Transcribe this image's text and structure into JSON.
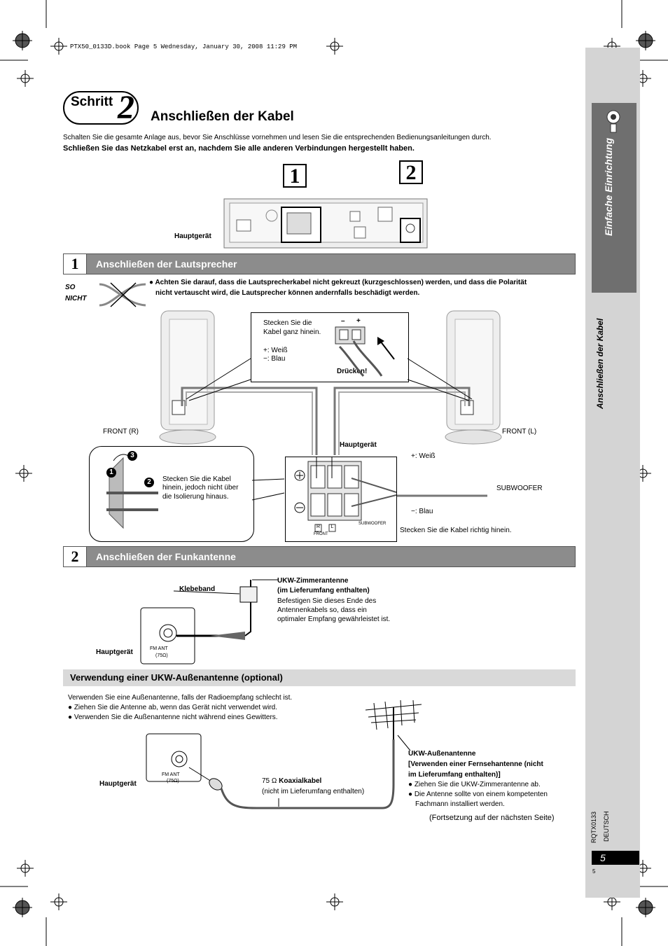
{
  "file_header": "PTX50_0133D.book  Page 5  Wednesday, January 30, 2008  11:29 PM",
  "step": {
    "word": "Schritt",
    "number": "2"
  },
  "title": "Anschließen der Kabel",
  "intro": "Schalten Sie die gesamte Anlage aus, bevor Sie Anschlüsse vornehmen und lesen Sie die entsprechenden Bedienungsanleitungen durch.",
  "intro_bold": "Schließen Sie das Netzkabel erst an, nachdem Sie alle anderen Verbindungen hergestellt haben.",
  "overview": {
    "callout1": "1",
    "callout2": "2",
    "main_unit": "Hauptgerät"
  },
  "section1": {
    "num": "1",
    "title": "Anschließen der Lautsprecher",
    "so_nicht_1": "SO",
    "so_nicht_2": "NICHT",
    "warning_1": "Achten Sie darauf, dass die Lautsprecherkabel nicht gekreuzt (kurzgeschlossen) werden, und dass die Polarität",
    "warning_2": "nicht vertauscht wird, die Lautsprecher können andernfalls beschädigt werden.",
    "callout_1": "Stecken Sie die",
    "callout_2": "Kabel ganz hinein.",
    "plus_white": "+: Weiß",
    "minus_blue": "−: Blau",
    "press": "Drücken!",
    "minus": "–",
    "plus": "+",
    "front_r": "FRONT (R)",
    "front_l": "FRONT (L)",
    "main_unit": "Hauptgerät",
    "insert_1": "Stecken Sie die Kabel",
    "insert_2": "hinein, jedoch nicht über",
    "insert_3": "die Isolierung hinaus.",
    "terminal_plus": "+: Weiß",
    "terminal_minus": "−: Blau",
    "subwoofer": "SUBWOOFER",
    "subwoofer_small": "SUBWOOFER",
    "front_small": "FRONT",
    "r": "R",
    "l": "L",
    "insert_correct": "Stecken Sie die Kabel richtig hinein.",
    "step_a": "1",
    "step_b": "2",
    "step_c": "3"
  },
  "section2": {
    "num": "2",
    "title": "Anschließen der Funkantenne",
    "tape": "Klebeband",
    "indoor_title_1": "UKW-Zimmerantenne",
    "indoor_title_2": "(im Lieferumfang enthalten)",
    "indoor_1": "Befestigen Sie dieses Ende des",
    "indoor_2": "Antennenkabels so, dass ein",
    "indoor_3": "optimaler Empfang gewährleistet ist.",
    "main_unit": "Hauptgerät",
    "fm_ant": "FM ANT",
    "ohm": "(75Ω)"
  },
  "outdoor": {
    "title": "Verwendung einer UKW-Außenantenne (optional)",
    "line1": "Verwenden Sie eine Außenantenne, falls der Radioempfang schlecht ist.",
    "bullet1": "Ziehen Sie die Antenne ab, wenn das Gerät nicht verwendet wird.",
    "bullet2": "Verwenden Sie die Außenantenne nicht während eines Gewitters.",
    "main_unit": "Hauptgerät",
    "fm_ant": "FM ANT",
    "ohm": "(75Ω)",
    "coax_num": "75 Ω",
    "coax_bold": "Koaxialkabel",
    "coax_note": "(nicht im Lieferumfang enthalten)",
    "ant_title": "UKW-Außenantenne",
    "ant_sub_1": "[Verwenden einer Fernsehantenne (nicht",
    "ant_sub_2": "im Lieferumfang enthalten)]",
    "ant_b1": "Ziehen Sie die UKW-Zimmerantenne ab.",
    "ant_b2_1": "Die Antenne sollte von einem kompetenten",
    "ant_b2_2": "Fachmann installiert werden.",
    "continued": "(Fortsetzung auf der nächsten Seite)"
  },
  "sidebar": {
    "dark_label": "Einfache Einrichtung",
    "label": "Anschließen der Kabel",
    "model": "RQTX0133",
    "language": "DEUTSCH",
    "page": "5",
    "page_small": "5"
  }
}
